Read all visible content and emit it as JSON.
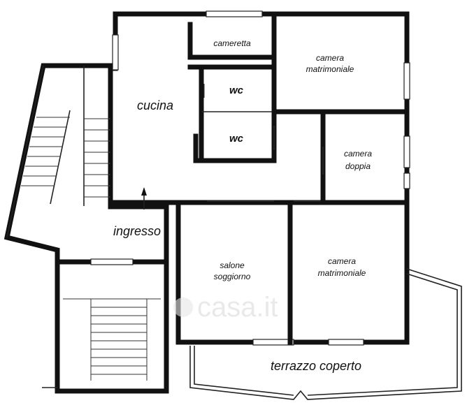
{
  "floorplan": {
    "rooms": {
      "cameretta": "cameretta",
      "camera_nord_l1": "camera",
      "camera_nord_l2": "matrimoniale",
      "wc1": "wc",
      "wc2": "wc",
      "cucina": "cucina",
      "doppia_l1": "camera",
      "doppia_l2": "doppia",
      "ingresso": "ingresso",
      "salone_l1": "salone",
      "salone_l2": "soggiorno",
      "camera_sud_l1": "camera",
      "camera_sud_l2": "matrimoniale",
      "terrazzo": "terrazzo coperto"
    },
    "watermark": "casa.it"
  }
}
